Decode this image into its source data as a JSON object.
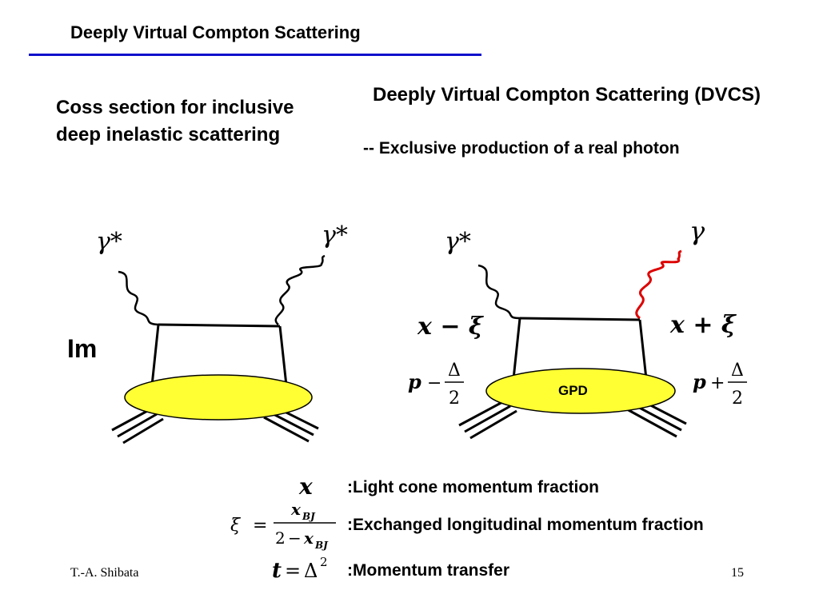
{
  "slide": {
    "title": "Deeply Virtual Compton Scattering",
    "page_number": "15",
    "author": "T.-A. Shibata"
  },
  "left_panel": {
    "heading": "Coss section for inclusive deep inelastic scattering",
    "im_label": "Im",
    "photon_in": "γ*",
    "photon_out": "γ*"
  },
  "right_panel": {
    "heading": "Deeply Virtual Compton Scattering (DVCS)",
    "subheading": "--  Exclusive production of a real photon",
    "photon_in": "γ*",
    "photon_out": "γ",
    "x_minus_xi": "x − ξ",
    "x_plus_xi": "x + ξ",
    "p_minus": "p − Δ/2",
    "p_plus": "p + Δ/2",
    "blob_label": "GPD"
  },
  "definitions": [
    {
      "symbol": "x",
      "text": ":Light cone momentum fraction"
    },
    {
      "symbol": "ξ = x_BJ / (2 − x_BJ)",
      "text": ":Exchanged longitudinal momentum fraction"
    },
    {
      "symbol": "t = Δ²",
      "text": ":Momentum transfer"
    }
  ],
  "colors": {
    "rule": "#1010cc",
    "blob": "#ffff33",
    "real_photon": "#dd0000"
  }
}
